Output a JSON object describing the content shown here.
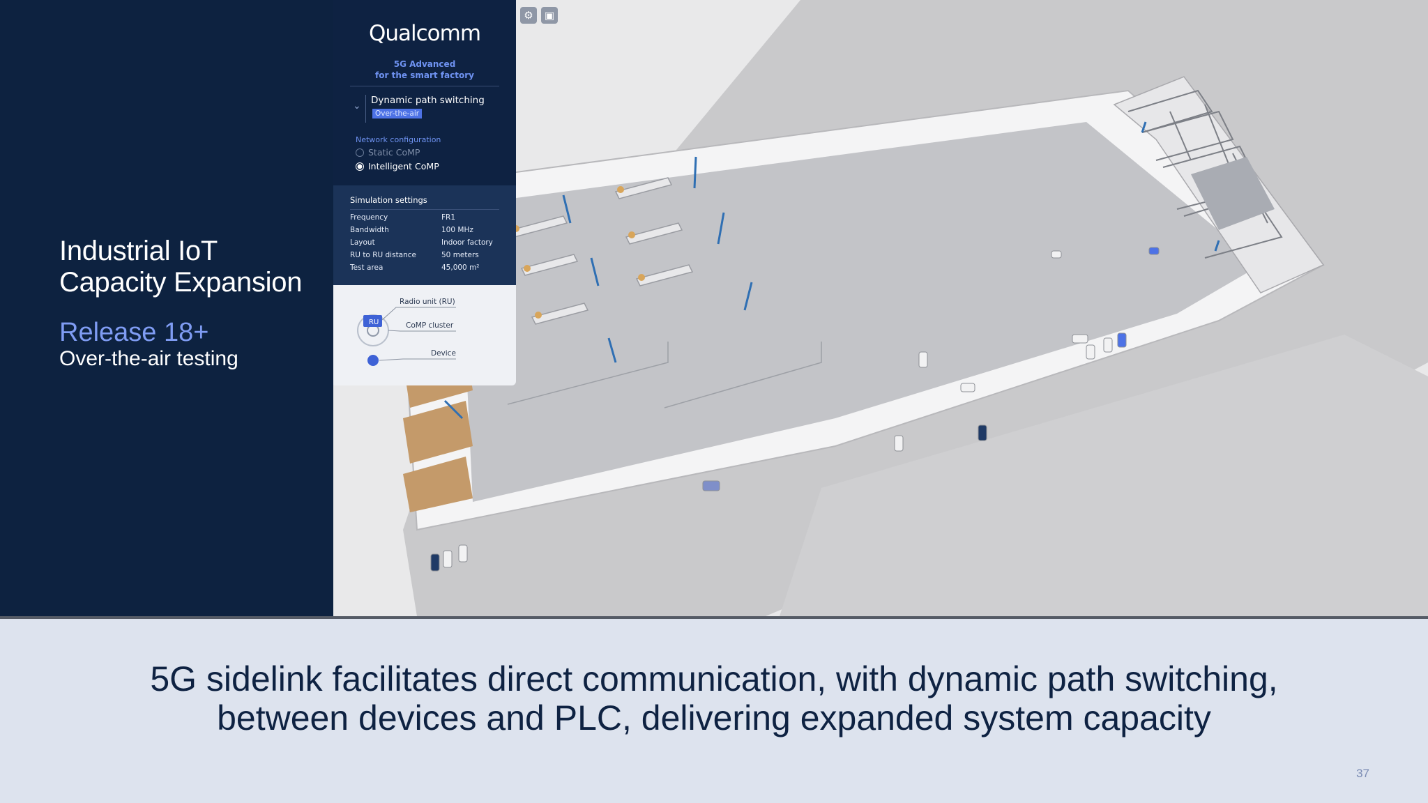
{
  "slide": {
    "title_lines": [
      "Industrial IoT",
      "Capacity Expansion"
    ],
    "release": "Release 18+",
    "release_subtitle": "Over-the-air testing",
    "caption_lines": [
      "5G sidelink facilitates direct communication, with dynamic path switching,",
      "between devices and PLC, delivering expanded system capacity"
    ],
    "page_number": "37"
  },
  "panel": {
    "brand": "Qualcomm",
    "tagline_lines": [
      "5G Advanced",
      "for the smart factory"
    ],
    "scenario": {
      "title": "Dynamic path switching",
      "badge": "Over-the-air",
      "chevron_icon": "chevron-down-icon"
    },
    "network_configuration": {
      "label": "Network configuration",
      "options": [
        {
          "label": "Static CoMP",
          "selected": false
        },
        {
          "label": "Intelligent CoMP",
          "selected": true
        }
      ]
    },
    "simulation_settings": {
      "title": "Simulation settings",
      "rows": [
        {
          "key": "Frequency",
          "value": "FR1"
        },
        {
          "key": "Bandwidth",
          "value": "100 MHz"
        },
        {
          "key": "Layout",
          "value": "Indoor factory"
        },
        {
          "key": "RU to RU distance",
          "value": "50 meters"
        },
        {
          "key": "Test area",
          "value": "45,000 m²"
        }
      ]
    },
    "legend": {
      "radio_unit": "Radio unit (RU)",
      "ru_badge": "RU",
      "comp_cluster": "CoMP cluster",
      "device": "Device"
    }
  },
  "toolbar": {
    "icons": [
      "settings-icon",
      "image-icon"
    ]
  },
  "colors": {
    "navy": "#0d2240",
    "accent_blue": "#4d72e6",
    "release_blue": "#7f9cf3",
    "sim_panel": "#1b3358",
    "caption_band": "#dde3ee"
  }
}
